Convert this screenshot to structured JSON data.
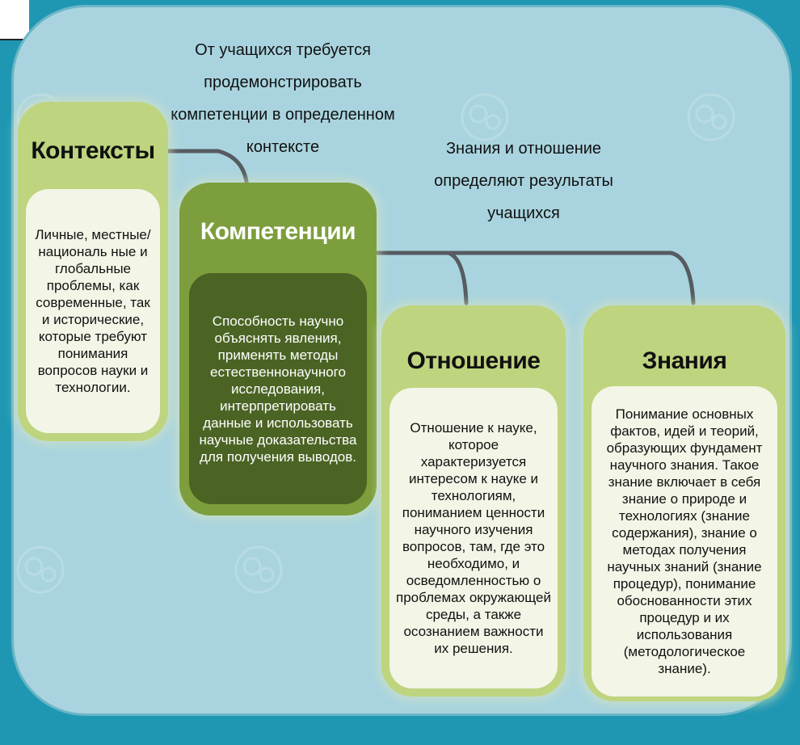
{
  "captions": {
    "top": "От учащихся требуется продемонстрировать компетенции в определенном контексте",
    "right": "Знания и отношение определяют результаты учащихся"
  },
  "cards": {
    "contexts": {
      "title": "Контексты",
      "text": "Личные, местные/националь ные и глобальные проблемы, как современные, так и исторические, которые требуют понимания вопросов науки и технологии."
    },
    "competencies": {
      "title": "Компетенции",
      "text": "Способность научно объяснять явления, применять методы естественнонаучного исследования, интерпретировать данные и использовать научные доказательства для получения выводов."
    },
    "attitude": {
      "title": "Отношение",
      "text": "Отношение к науке, которое характеризуется интересом к науке и технологиям, пониманием ценности научного изучения вопросов, там, где это необходимо, и осведомленностью о проблемах окружающей среды, а также осознанием важности их решения."
    },
    "knowledge": {
      "title": "Знания",
      "text": "Понимание основных фактов, идей и теорий, образующих фундамент научного знания. Такое знание включает в себя знание о природе и технологиях (знание содержания), знание о методах получения научных знаний (знание процедур), понимание обоснованности этих процедур и их использования (методологическое знание)."
    }
  },
  "colors": {
    "background": "#1f97b3",
    "panel": "#a9d4df",
    "card_light": "#bed47f",
    "card_green": "#7d9e3c",
    "inner_dark": "#4b6424",
    "inner_light": "#f3f5e6",
    "connector": "#555b60"
  }
}
